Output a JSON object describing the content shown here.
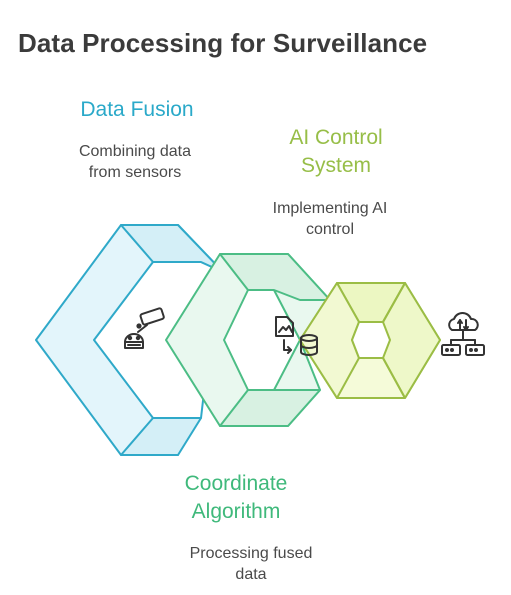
{
  "title": "Data Processing for Surveillance",
  "stages": [
    {
      "title": "Data Fusion",
      "description": [
        "Combining data",
        "from sensors"
      ],
      "color": "#2aa9c9",
      "icons": [
        "cctv-camera-icon",
        "robot-icon"
      ]
    },
    {
      "title": [
        "AI Control",
        "System"
      ],
      "description": [
        "Implementing AI",
        "control"
      ],
      "color": "#97be48",
      "icons": [
        "cloud-network-icon"
      ]
    },
    {
      "title": [
        "Coordinate",
        "Algorithm"
      ],
      "description": [
        "Processing fused",
        "data"
      ],
      "color": "#3fb97b",
      "icons": [
        "image-file-icon",
        "database-icon"
      ]
    }
  ]
}
